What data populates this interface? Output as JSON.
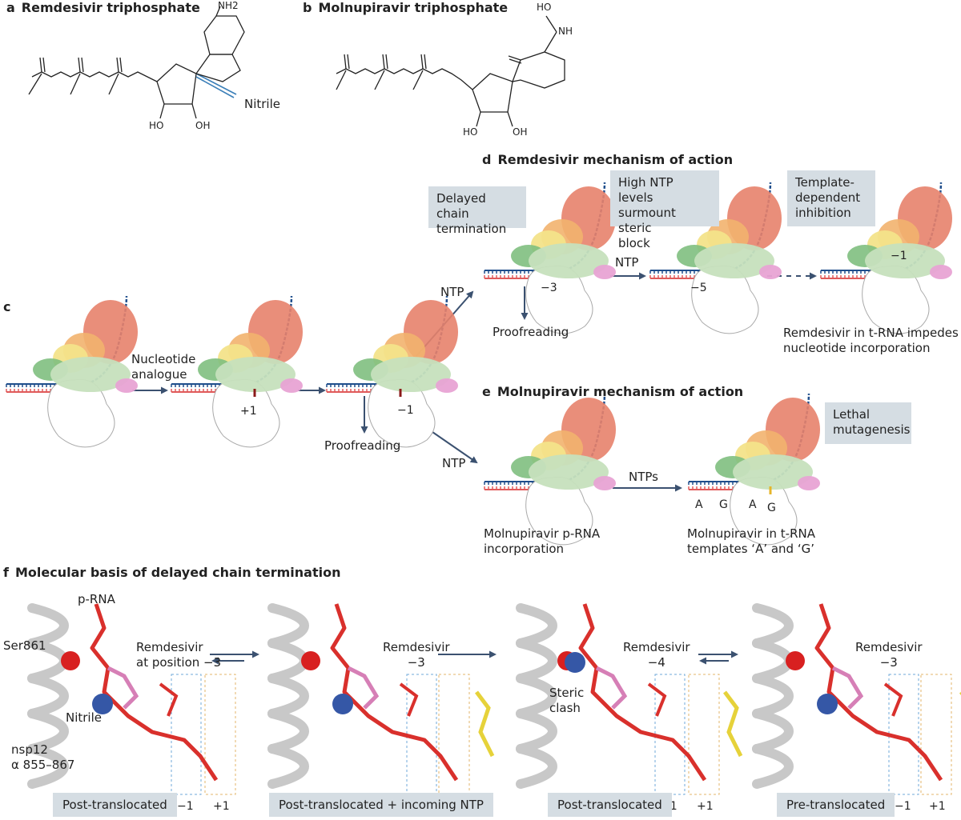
{
  "panel_a": {
    "letter": "a",
    "title": "Remdesivir triphosphate",
    "nh2": "NH2",
    "nitrile": "Nitrile",
    "ho1": "HO",
    "oh1": "OH"
  },
  "panel_b": {
    "letter": "b",
    "title": "Molnupiravir triphosphate",
    "hoNH": "HO",
    "nh": "NH",
    "ho2": "HO",
    "oh2": "OH"
  },
  "panel_c": {
    "letter": "c",
    "analogue": "Nucleotide\nanalogue",
    "plus1": "+1",
    "minus1": "−1",
    "proofreading": "Proofreading",
    "ntp_up": "NTP",
    "ntp_down": "NTP"
  },
  "panel_d": {
    "letter": "d",
    "title": "Remdesivir mechanism of action",
    "callout1": "Delayed chain\ntermination",
    "callout2": "High NTP levels\nsurmount steric\nblock",
    "callout3": "Template-\ndependent\ninhibition",
    "minus3": "−3",
    "minus5": "−5",
    "minus1": "−1",
    "ntp": "NTP",
    "proofreading": "Proofreading",
    "trna": "Remdesivir in t-RNA impedes\nnucleotide incorporation"
  },
  "panel_e": {
    "letter": "e",
    "title": "Molnupiravir mechanism of action",
    "callout": "Lethal\nmutagenesis",
    "ntps": "NTPs",
    "prna": "Molnupiravir p-RNA\nincorporation",
    "trna": "Molnupiravir in t-RNA\ntemplates ‘A’ and ‘G’",
    "bases": [
      "A",
      "G",
      "A",
      "G"
    ]
  },
  "panel_f": {
    "letter": "f",
    "title": "Molecular basis of delayed chain termination",
    "prna": "p-RNA",
    "ser861": "Ser861",
    "remd_pos": "Remdesivir\nat position −3",
    "nitrile": "Nitrile",
    "nsp12": "nsp12\nα 855–867",
    "remd3": "Remdesivir\n−3",
    "remd4": "Remdesivir\n−4",
    "remd3b": "Remdesivir\n−3",
    "steric": "Steric\nclash",
    "pos_minus": "−1",
    "pos_plus": "+1",
    "states": [
      "Post-translocated",
      "Post-translocated + incoming NTP",
      "Post-translocated",
      "Pre-translocated"
    ]
  },
  "colors": {
    "template": "#1f4e8c",
    "product": "#e05a5a",
    "arrow": "#3b5170",
    "callout_bg": "#d5dde3",
    "red_stick": "#d9302c",
    "pink_stick": "#d67fb6",
    "yellow_stick": "#e6d23a",
    "blue_sphere": "#3557a6",
    "red_sphere": "#d82020",
    "enz_red": "#e7826b",
    "enz_orange": "#f2b26e",
    "enz_yellow": "#f3e38a",
    "enz_green": "#7fbf7f",
    "enz_lightgreen": "#c6e0bd",
    "enz_pink": "#e8a3d4"
  }
}
